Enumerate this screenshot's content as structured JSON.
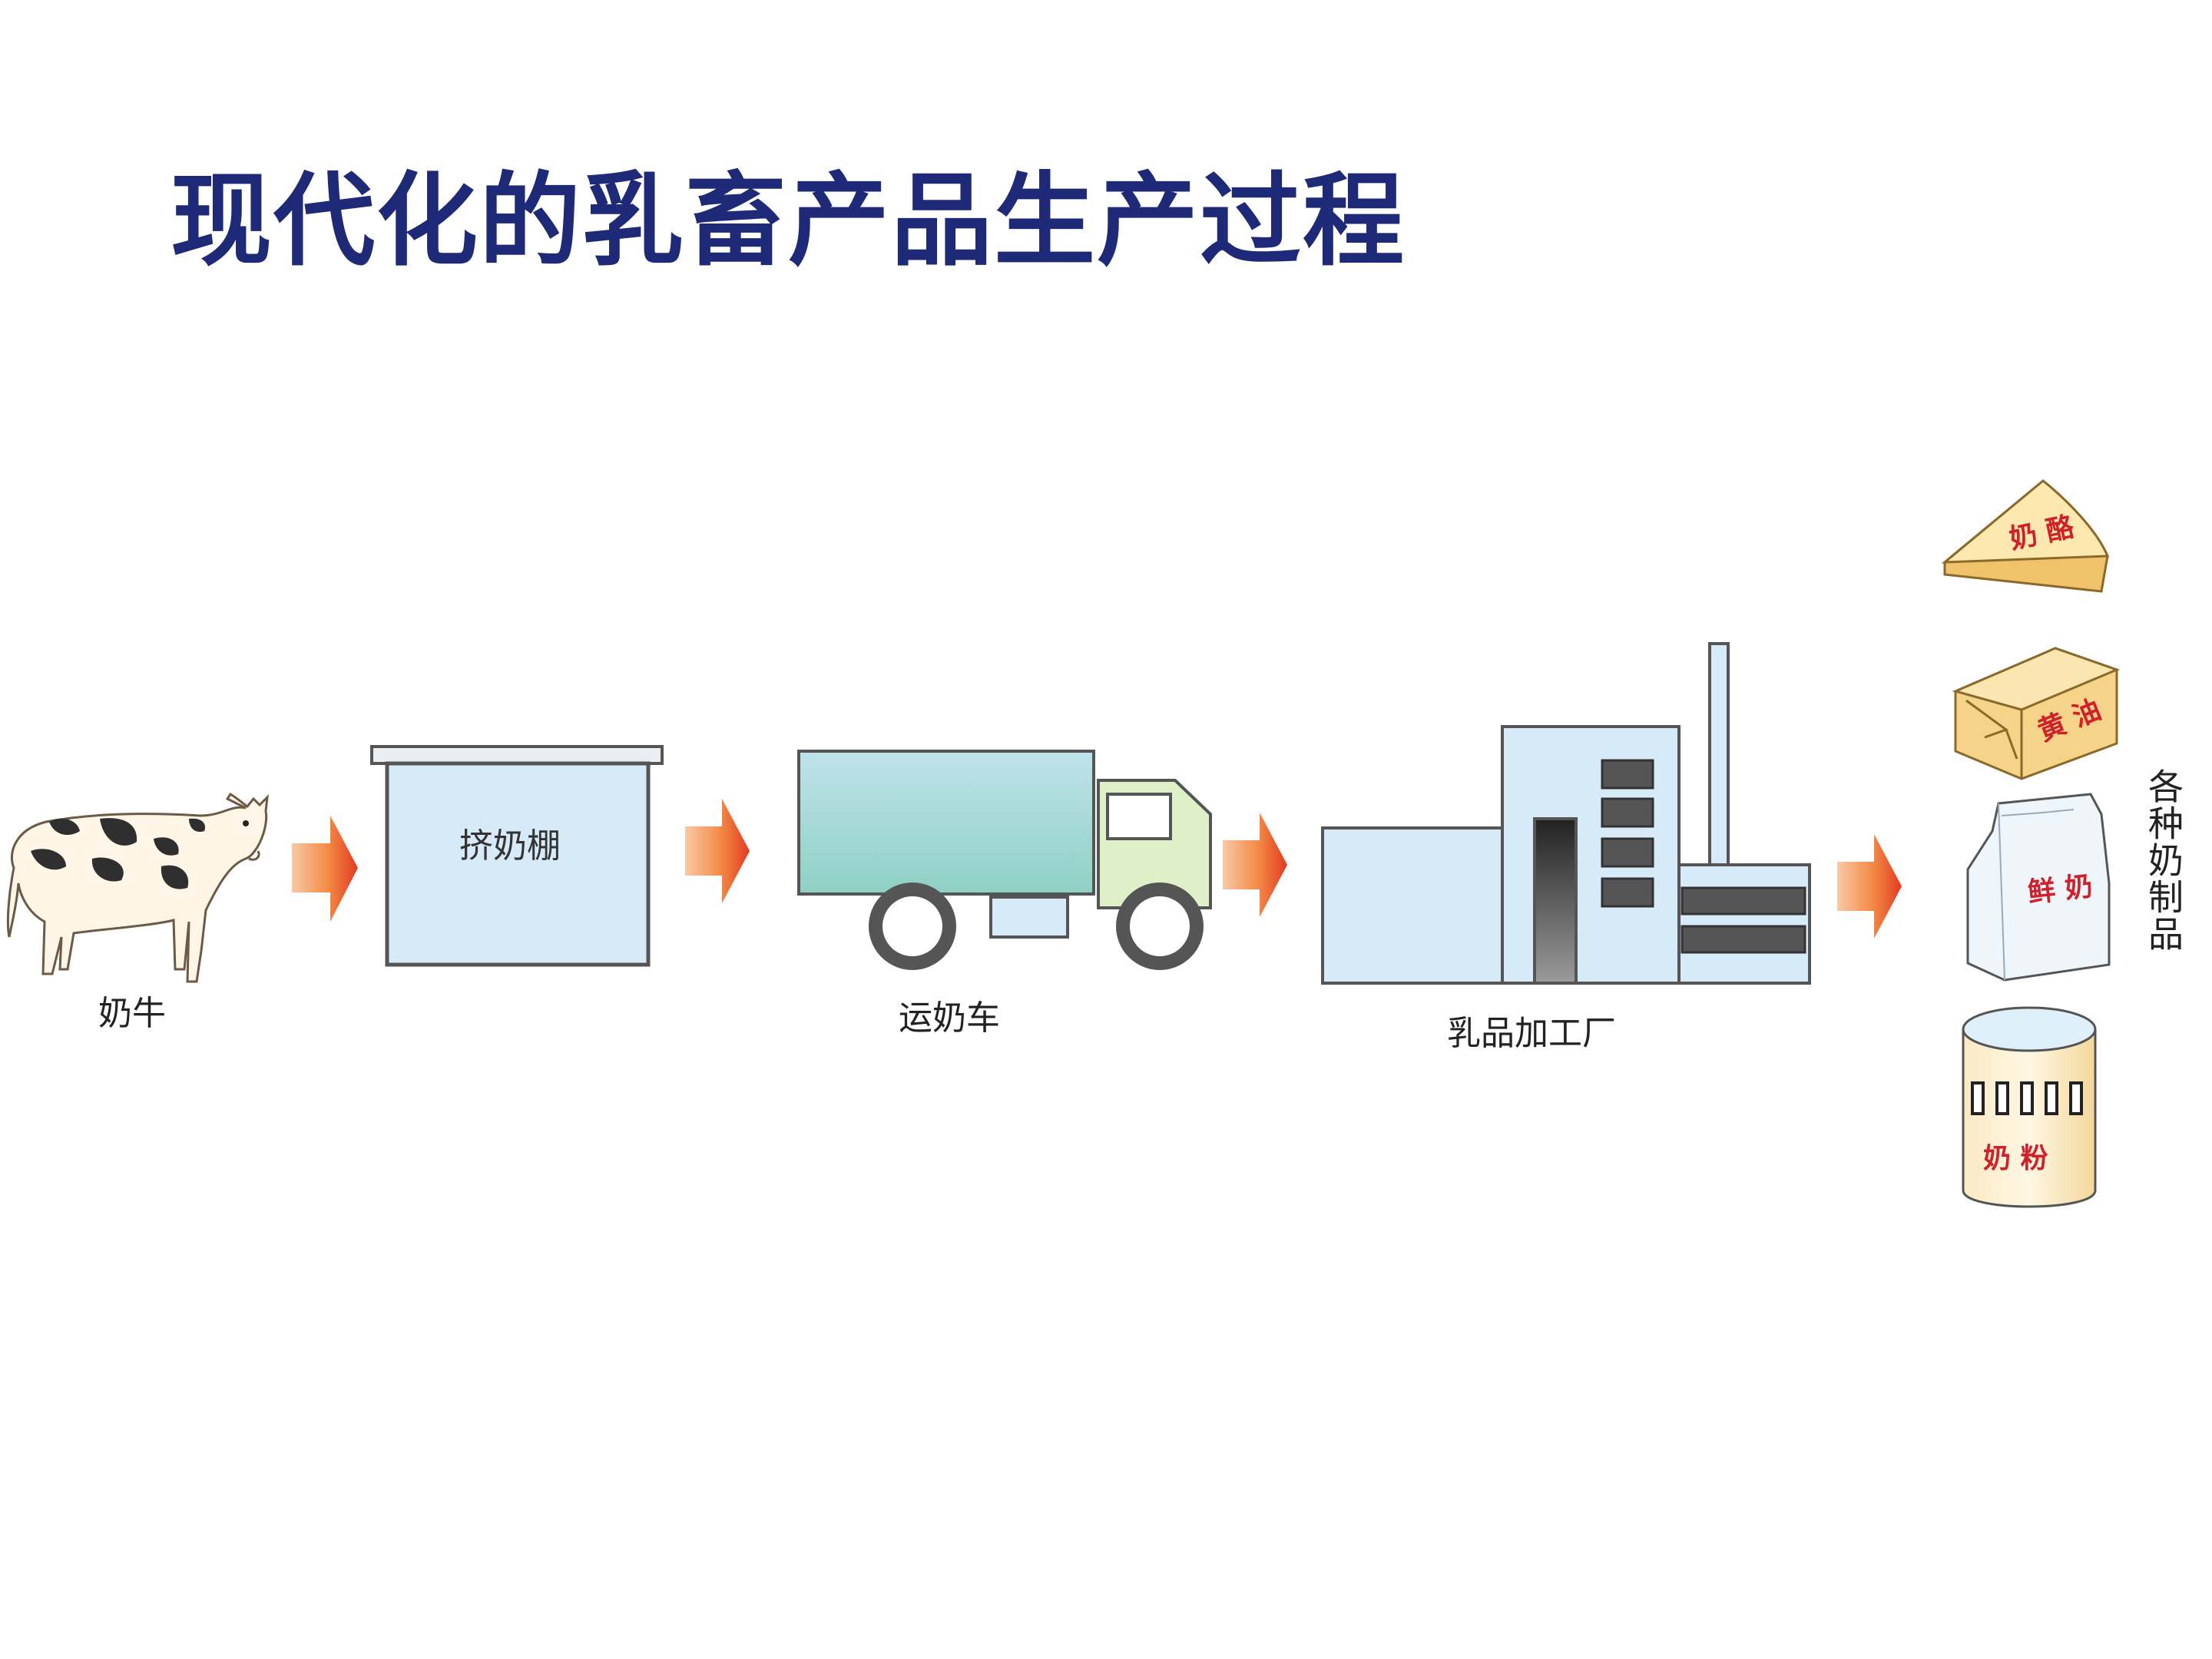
{
  "title": "现代化的乳畜产品生产过程",
  "stages": {
    "cow": "奶牛",
    "shed": "挤奶棚",
    "truck": "运奶车",
    "factory": "乳品加工厂",
    "products": "各种奶制品"
  },
  "products": {
    "cheese": "奶 酪",
    "butter": "黄 油",
    "milk": "鲜 奶",
    "powder": "奶  粉"
  },
  "colors": {
    "title": "#1e2a78",
    "arrow": "#f07030",
    "building": "#d6eaf8",
    "truck_cab": "#dfefc8",
    "product_box": "#f5d48a"
  }
}
